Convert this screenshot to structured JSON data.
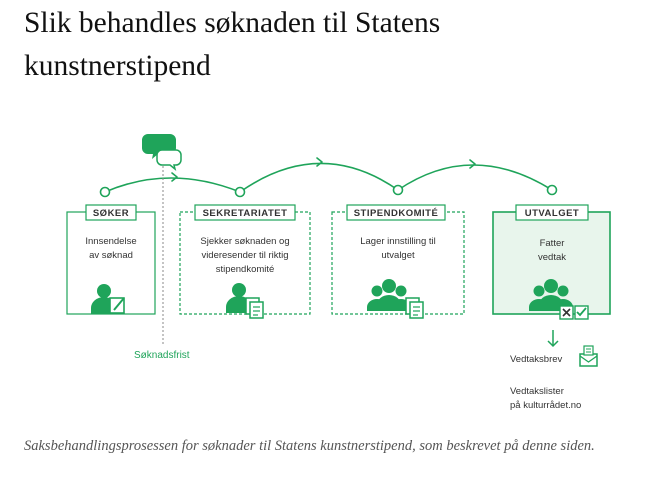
{
  "page": {
    "title": "Slik behandles søknaden til Statens kunstnerstipend",
    "caption": "Saksbehandlingsprosessen for søknader til Statens kunstnerstipend, som beskrevet på denne siden."
  },
  "colors": {
    "accent": "#1fa45a",
    "accent_light": "#e8f5ec",
    "text": "#333333",
    "deadline_line": "#7a7a7a"
  },
  "steps": [
    {
      "label": "SØKER",
      "lines": [
        "Innsendelse",
        "av søknad"
      ],
      "icon": "person-pen-icon"
    },
    {
      "label": "SEKRETARIATET",
      "lines": [
        "Sjekker søknaden og",
        "videresender til riktig",
        "stipendkomité"
      ],
      "icon": "person-documents-icon"
    },
    {
      "label": "STIPENDKOMITÉ",
      "lines": [
        "Lager innstilling til",
        "utvalget"
      ],
      "icon": "group-document-icon"
    },
    {
      "label": "UTVALGET",
      "lines": [
        "Fatter",
        "vedtak"
      ],
      "icon": "group-decision-icon"
    }
  ],
  "deadline_label": "Søknadsfrist",
  "outcomes": {
    "letter": "Vedtaksbrev",
    "lists_line1": "Vedtakslister",
    "lists_line2": "på kulturrådet.no"
  },
  "icons": {
    "chat": "chat-bubbles-icon",
    "arrow_down": "arrow-down-icon",
    "envelope": "envelope-icon"
  }
}
